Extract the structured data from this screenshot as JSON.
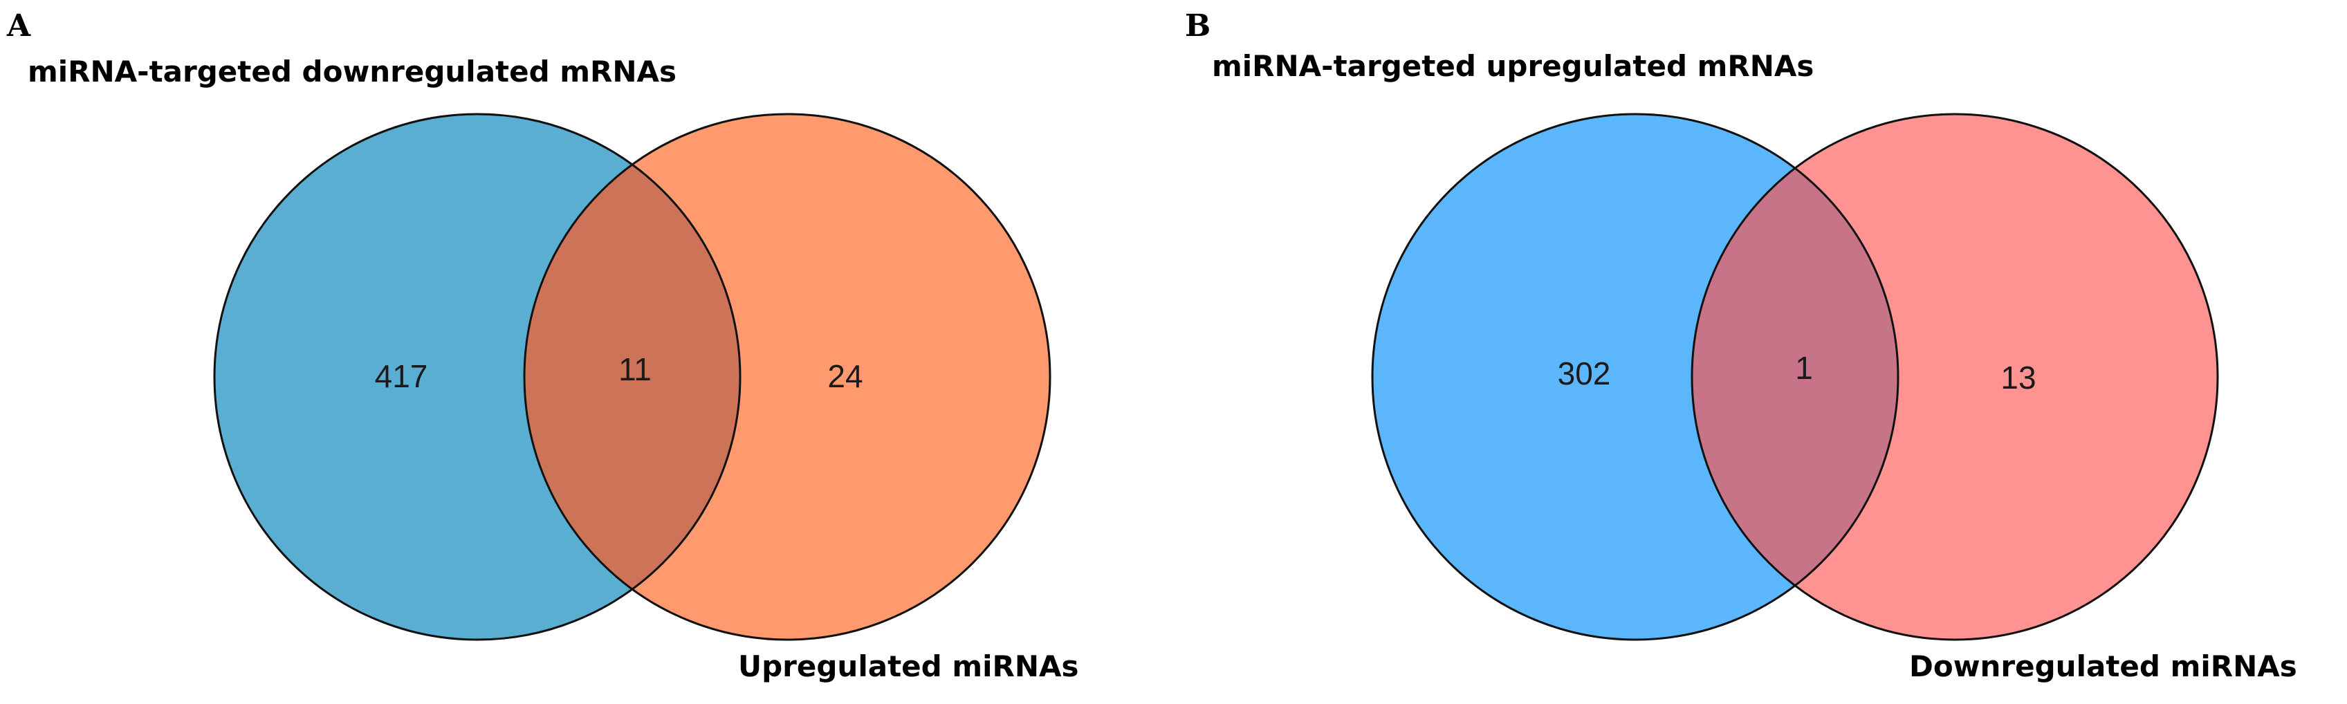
{
  "panels": [
    {
      "letter": "A",
      "set_left": {
        "label": "miRNA-targeted downregulated mRNAs",
        "count": "417",
        "color": "#5aaed2"
      },
      "set_right": {
        "label": "Upregulated miRNAs",
        "count": "24",
        "color": "#fe9a6d"
      },
      "overlap": {
        "count": "11",
        "color": "#cd7458"
      }
    },
    {
      "letter": "B",
      "set_left": {
        "label": "miRNA-targeted upregulated mRNAs",
        "count": "302",
        "color": "#5cb6fc"
      },
      "set_right": {
        "label": "Downregulated miRNAs",
        "count": "13",
        "color": "#fe9392"
      },
      "overlap": {
        "count": "1",
        "color": "#c77488"
      }
    }
  ],
  "outline_color": "#111111"
}
